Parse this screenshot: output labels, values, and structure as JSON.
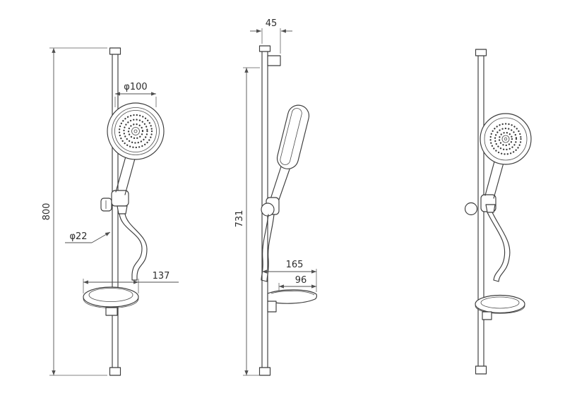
{
  "dimensions": {
    "front": {
      "overall_height": "800",
      "head_diameter": "φ100",
      "bar_diameter": "φ22",
      "soap_dish_width": "137"
    },
    "side": {
      "wall_offset": "45",
      "bar_height": "731",
      "dish_depth": "165",
      "dish_inner_width": "96"
    }
  },
  "accent_colors": {
    "line": "#3c3c3c",
    "dimension": "#4f4f4f",
    "background": "#ffffff"
  }
}
